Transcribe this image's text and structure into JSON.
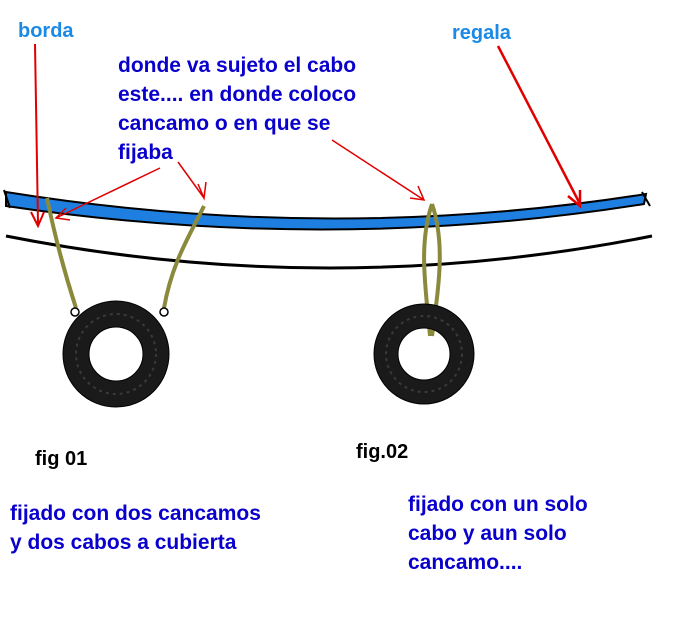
{
  "labels": {
    "borda": "borda",
    "regala": "regala",
    "question_1": "donde va sujeto el cabo",
    "question_2": "este.... en donde coloco",
    "question_3": "cancamo o en que se",
    "question_4": "fijaba",
    "fig1_title": "fig 01",
    "fig2_title": "fig.02",
    "fig1_desc_1": "fijado con dos cancamos",
    "fig1_desc_2": "y dos cabos a cubierta",
    "fig2_desc_1": "fijado con un solo",
    "fig2_desc_2": "cabo y aun solo",
    "fig2_desc_3": "cancamo...."
  },
  "colors": {
    "label_text": "#0a00cc",
    "label_accent": "#1a8ae6",
    "arrow": "#e00000",
    "rail": "#1e7fe0",
    "rope": "#8a8a3c",
    "tire": "#1a1a1a"
  }
}
